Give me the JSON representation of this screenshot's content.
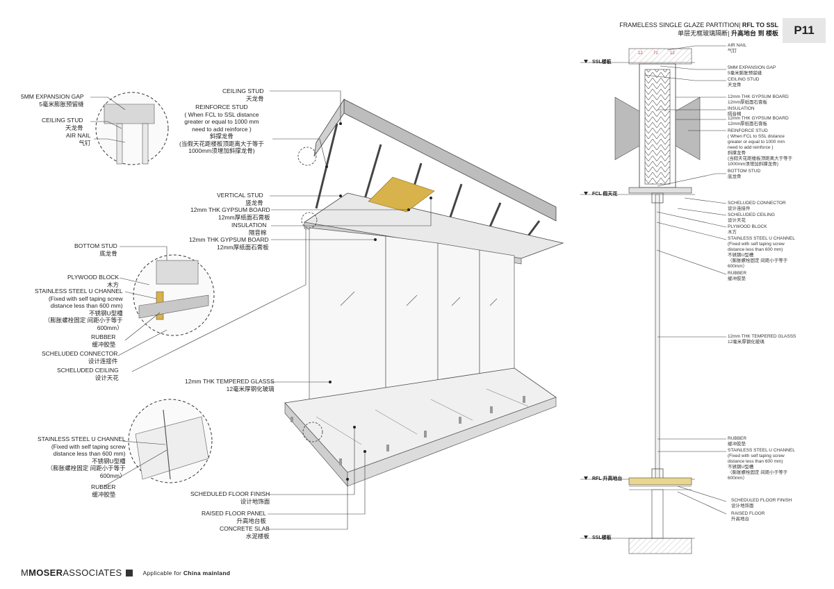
{
  "header": {
    "title_en_a": "FRAMELESS SINGLE GLAZE PARTITION|",
    "title_en_b": "RFL TO SSL",
    "title_cn_a": "单层无框玻璃隔断|",
    "title_cn_b": "升高地台 到 楼板",
    "page": "P11"
  },
  "left_labels": {
    "expansion_gap": "5MM EXPANSION GAP\n5毫米膨胀预留缝",
    "ceiling_stud": "CEILING STUD\n天龙骨",
    "air_nail": "AIR NAIL\n气钉",
    "bottom_stud": "BOTTOM STUD\n底龙骨",
    "plywood_block": "PLYWOOD BLOCK\n木方",
    "steel_channel": "STAINLESS STEEL U CHANNEL\n(Fixed with self taping screw\ndistance less than 600 mm)\n不锈钢U型槽\n（膨胀螺栓固定 间距小于等于\n600mm）",
    "rubber": "RUBBER\n缓冲胶垫",
    "scheluded_connector": "SCHELUDED CONNECTOR\n设计连接件",
    "scheluded_ceiling": "SCHELUDED CEILING\n设计天花",
    "steel_channel_2": "STAINLESS STEEL U CHANNEL\n(Fixed with self taping screw\ndistance less than 600 mm)\n不锈钢U型槽\n（膨胀螺栓固定 间距小于等于\n600mm）",
    "rubber_2": "RUBBER\n缓冲胶垫"
  },
  "center_labels": {
    "ceiling_stud": "CEILING STUD\n天龙骨",
    "reinforce_stud": "REINFORCE STUD\n( When FCL to SSL distance\ngreater or equal to 1000 mm\nneed to add reinforce )\n斜撑龙骨\n(当假天花距楼板顶距离大于等于\n1000mm须增加斜撑龙骨)",
    "vertical_stud": "VERTICAL  STUD\n竖龙骨",
    "gypsum_1": "12mm THK GYPSUM BOARD\n12mm厚纸面石膏板",
    "insulation": "INSULATION\n隔音棉",
    "gypsum_2": "12mm THK GYPSUM BOARD\n12mm厚纸面石膏板",
    "tempered_glass": "12mm THK TEMPERED GLASSS\n12毫米厚钢化玻璃",
    "floor_finish": "SCHEDULED FLOOR FINISH\n设计地饰面",
    "raised_floor": "RAISED FLOOR PANEL\n升高地台板",
    "concrete_slab": "CONCRETE SLAB\n水泥楼板"
  },
  "section": {
    "levels": {
      "ssl_top": "SSL楼板",
      "fcl": "FCL 假天花",
      "rfl": "RFL 升高地台",
      "ssl_bottom": "SSL楼板"
    },
    "dims": [
      "12",
      "71",
      "12"
    ],
    "labels": {
      "air_nail": "AIR NAIL\n气钉",
      "expansion_gap": "5MM EXPANSION GAP\n5毫米膨胀预留缝",
      "ceiling_stud": "CEILING STUD\n天龙骨",
      "gypsum_1": "12mm THK GYPSUM BOARD\n12mm厚纸面石膏板",
      "insulation": "INSULATION\n隔音棉",
      "gypsum_2": "12mm THK GYPSUM BOARD\n12mm厚纸面石膏板",
      "reinforce": "REINFORCE STUD\n( When FCL to SSL distance\ngreater or equal to 1000 mm\nneed to add reinforce )\n斜撑龙骨\n(当假天花距楼板顶距离大于等于\n1000mm须增加斜撑龙骨)",
      "bottom_stud": "BOTTOM STUD\n底龙骨",
      "connector": "SCHELUDED CONNECTOR\n设计连接件",
      "ceiling": "SCHELUDED CEILING\n设计天花",
      "plywood": "PLYWOOD BLOCK\n木方",
      "channel": "STAINLESS STEEL U CHANNEL\n(Fixed with self taping screw\ndistance less than 600 mm)\n不锈钢U型槽\n（膨胀螺栓固定 间距小于等于\n600mm）",
      "rubber": "RUBBER\n缓冲胶垫",
      "glass": "12mm THK TEMPERED GLASSS\n12毫米厚钢化玻璃",
      "rubber_2": "RUBBER\n缓冲胶垫",
      "channel_2": "STAINLESS STEEL U CHANNEL\n(Fixed with self taping screw\ndistance less than 600 mm)\n不锈钢U型槽\n（膨胀螺栓固定 间距小于等于\n600mm）",
      "floor_finish": "SCHEDULED FLOOR FINISH\n设计地饰面",
      "raised_floor": "RAISED FLOOR\n升高地台"
    }
  },
  "footer": {
    "logo_a": "M",
    "logo_b": "MOSER",
    "logo_c": "ASSOCIATES",
    "note_a": "Applicable for",
    "note_b": "China mainland"
  },
  "colors": {
    "insulation": "#d8b24a",
    "dim_red": "#cc3333",
    "line": "#333333"
  }
}
